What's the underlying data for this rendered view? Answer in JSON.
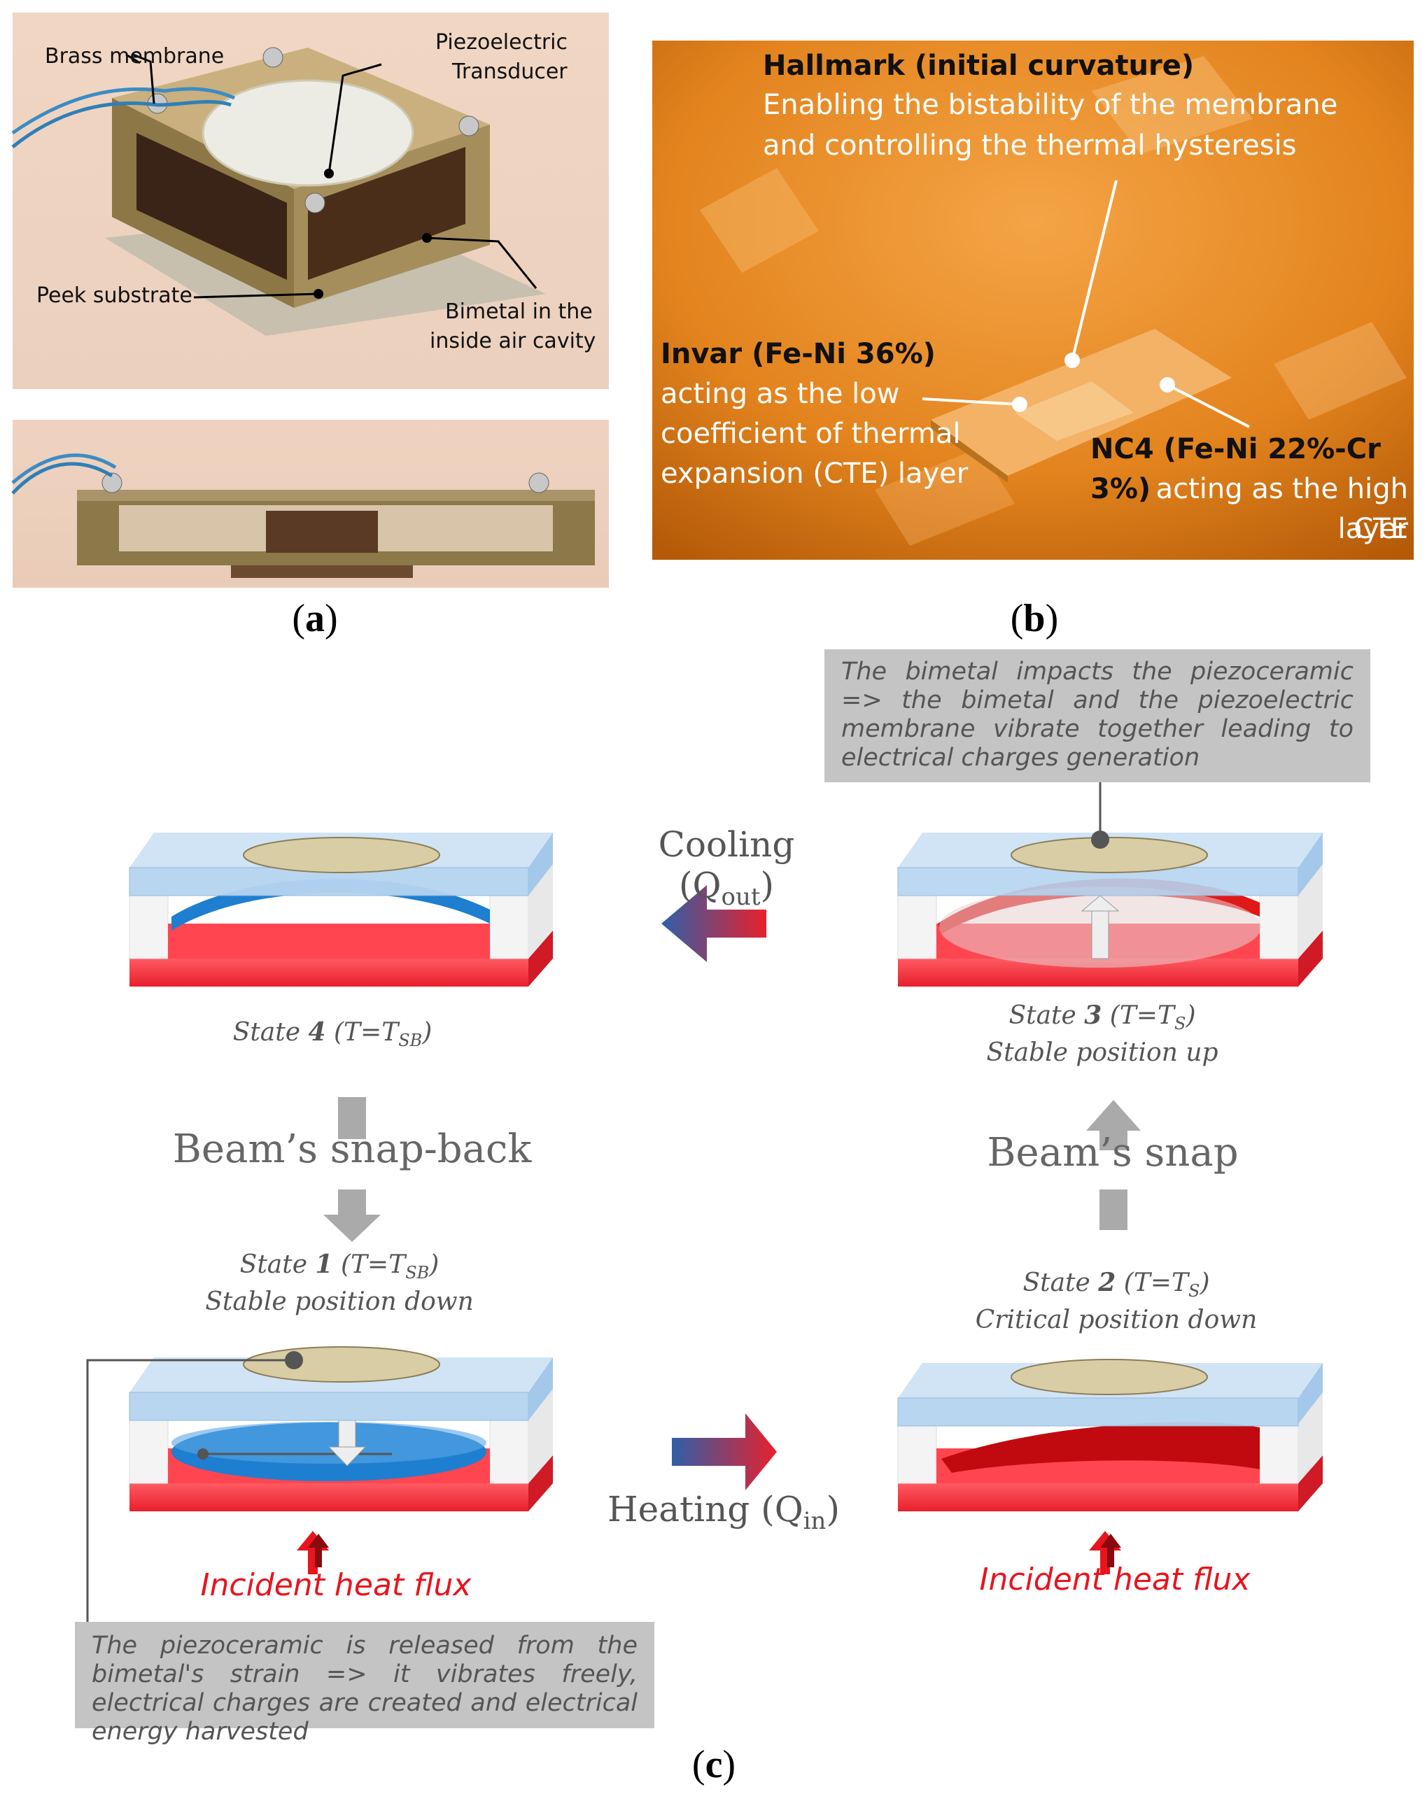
{
  "panel_a": {
    "label_open": "(",
    "label_letter": "a",
    "label_close": ")",
    "annotations": {
      "brass_membrane": "Brass membrane",
      "piezo_line1": "Piezoelectric",
      "piezo_line2": "Transducer",
      "peek_substrate": "Peek substrate",
      "bimetal_line1": "Bimetal in the",
      "bimetal_line2": "inside air cavity"
    }
  },
  "panel_b": {
    "label_open": "(",
    "label_letter": "b",
    "label_close": ")",
    "hallmark_title": "Hallmark (initial curvature)",
    "hallmark_desc1": "Enabling the bistability of the membrane",
    "hallmark_desc2": "and controlling the thermal hysteresis",
    "invar_title": "Invar (Fe-Ni 36%)",
    "invar_desc1": "acting as the low",
    "invar_desc2": "coefficient of thermal",
    "invar_desc3": "expansion (CTE) layer",
    "nc4_title": "NC4 (Fe-Ni 22%-Cr 3%)",
    "nc4_desc1": "acting as the high CTE",
    "nc4_desc2": "layer"
  },
  "panel_c": {
    "label_open": "(",
    "label_letter": "c",
    "label_close": ")",
    "top_box": "The bimetal impacts the piezoceramic => the bimetal and the piezoelectric membrane vibrate together leading to electrical charges generation",
    "bottom_box": "The piezoceramic is released from the bimetal's strain => it vibrates freely, electrical charges are created and electrical energy harvested",
    "cooling_main": "Cooling (Q",
    "cooling_sub": "out",
    "cooling_end": ")",
    "heating_main": "Heating (Q",
    "heating_sub": "in",
    "heating_end": ")",
    "snap_back": "Beam’s snap-back",
    "snap": "Beam’s snap",
    "state4": {
      "word": "State ",
      "num": "4",
      "cond": " (T=T",
      "sub": "SB",
      "end": ")"
    },
    "state3": {
      "word": "State ",
      "num": "3",
      "cond": " (T=T",
      "sub": "S",
      "end": ")",
      "desc": "Stable position up"
    },
    "state1": {
      "word": "State ",
      "num": "1",
      "cond": " (T=T",
      "sub": "SB",
      "end": ")",
      "desc": "Stable position down"
    },
    "state2": {
      "word": "State ",
      "num": "2",
      "cond": " (T=T",
      "sub": "S",
      "end": ")",
      "desc": "Critical position down"
    },
    "flux_left": "Incident heat flux",
    "flux_right": "Incident heat flux"
  },
  "colors": {
    "heat_red": "#f0404c",
    "cool_blue": "#1f7fd0",
    "glass": "#bcd8f2",
    "piezo": "#d8cca4",
    "note_box": "#c4c4c4",
    "flux_text": "#e8141e"
  }
}
